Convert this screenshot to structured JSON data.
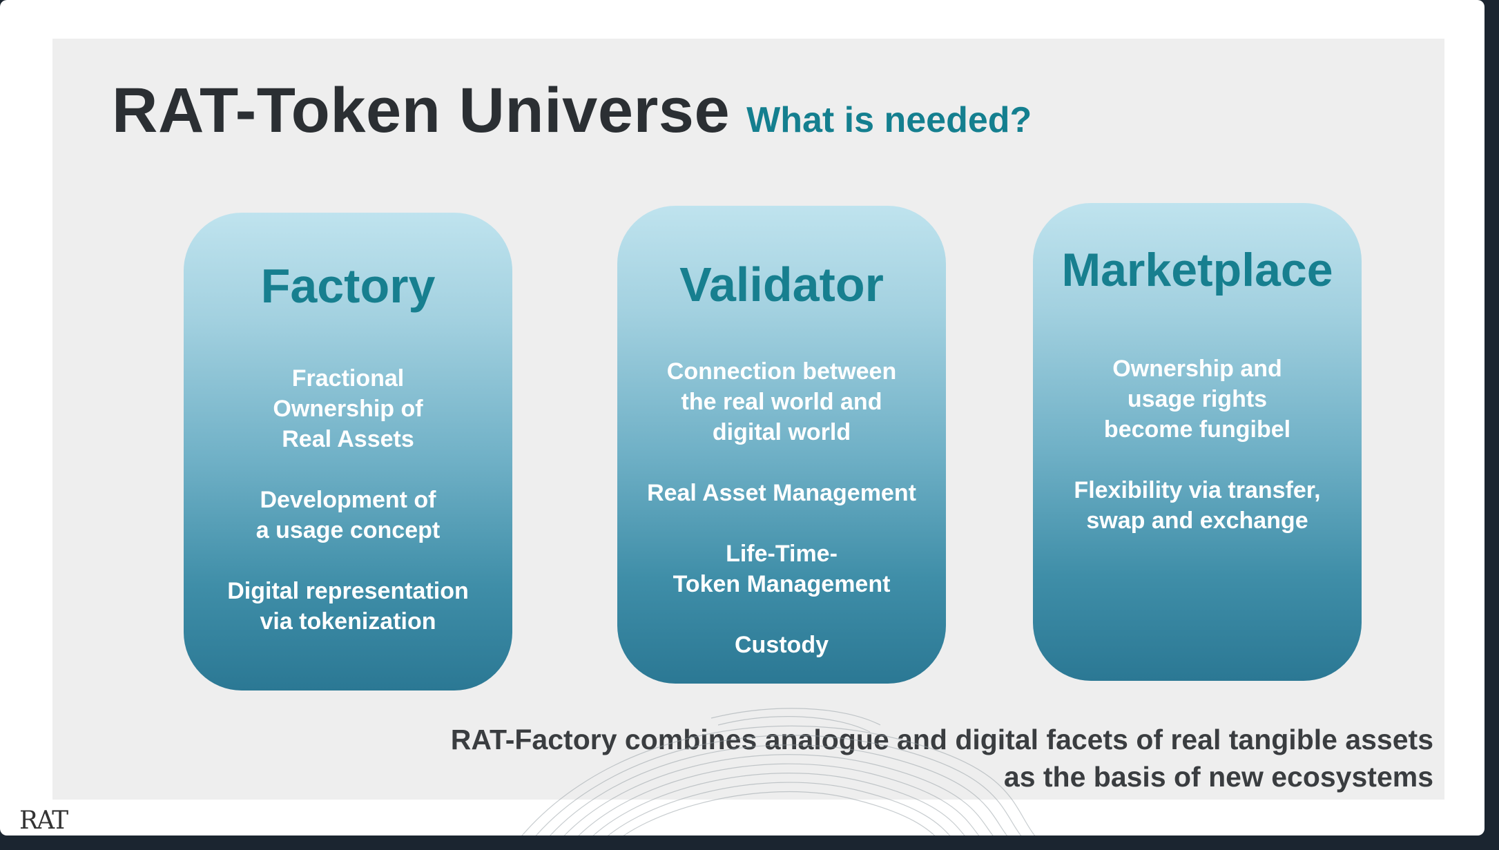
{
  "slide": {
    "title": "RAT-Token Universe",
    "subtitle": "What is needed?"
  },
  "cards": [
    {
      "title": "Factory",
      "items": [
        [
          "Fractional",
          "Ownership of",
          "Real Assets"
        ],
        [
          "Development of",
          "a usage concept"
        ],
        [
          "Digital representation",
          "via tokenization"
        ]
      ]
    },
    {
      "title": "Validator",
      "items": [
        [
          "Connection between",
          "the real world and",
          "digital world"
        ],
        [
          "Real Asset Management"
        ],
        [
          "Life-Time-",
          "Token Management"
        ],
        [
          "Custody"
        ]
      ]
    },
    {
      "title": "Marketplace",
      "items": [
        [
          "Ownership and",
          "usage rights",
          "become fungibel"
        ],
        [
          "Flexibility via transfer,",
          "swap and exchange"
        ]
      ]
    }
  ],
  "footer": {
    "line1": "RAT-Factory combines analogue and digital facets of real tangible assets",
    "line2": "as the basis of new ecosystems"
  },
  "logo": {
    "text": "RAT"
  },
  "colors": {
    "accent": "#147f8f",
    "title": "#2b2f33",
    "card_top": "#bfe3ee",
    "card_bottom": "#2b7894",
    "slide_bg": "#eeeeee"
  }
}
